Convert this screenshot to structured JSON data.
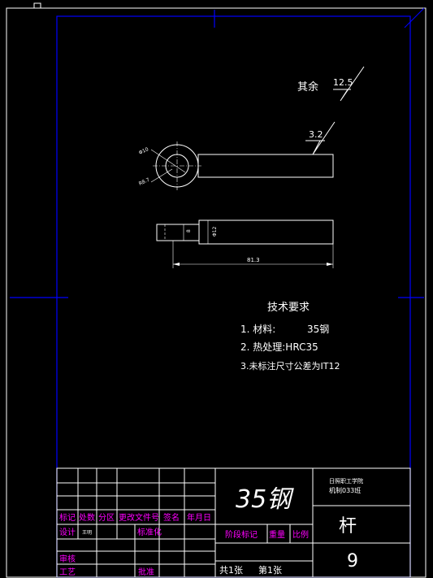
{
  "drawing": {
    "surface_finish": {
      "qita_label": "其余",
      "qita_value": "12.5",
      "part_value": "3.2"
    },
    "dimensions": {
      "hole_dia": "Φ10",
      "radius": "R8.7",
      "depth": "8",
      "height": "Φ12",
      "length": "81.3"
    },
    "tech_requirements": {
      "title": "技术要求",
      "line1_label": "1. 材料:",
      "line1_value": "35钢",
      "line2": "2. 热处理:HRC35",
      "line3": "3.未标注尺寸公差为IT12"
    }
  },
  "title_block": {
    "material": "35钢",
    "school_line1": "日照职工学院",
    "school_line2": "机制033班",
    "part_name": "杆",
    "drawing_no": "9",
    "labels": {
      "biaoji": "标记",
      "chushu": "处数",
      "fenqu": "分区",
      "genggai": "更改文件号",
      "qianming": "签名",
      "nianyueri": "年月日",
      "sheji": "设计",
      "designer": "王明",
      "biaozhunhua": "标准化",
      "jieduan": "阶段标记",
      "zhongliang": "重量",
      "bili": "比例",
      "shenhe": "审核",
      "gongyi": "工艺",
      "pizhun": "批准",
      "gong": "共1张",
      "di": "第1张"
    }
  },
  "colors": {
    "frame": "#0000ff",
    "line": "#ffffff",
    "label_magenta": "#ff00ff",
    "label_yellow": "#ffff00"
  }
}
